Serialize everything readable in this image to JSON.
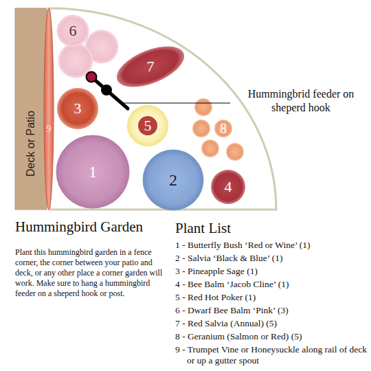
{
  "diagram": {
    "title": "Hummingbird Garden",
    "nodes": [
      {
        "text": [
          "Deck or Patio"
        ]
      },
      {
        "text": [
          "6"
        ]
      },
      {
        "text": [
          "7"
        ]
      },
      {
        "text": [
          "3"
        ]
      },
      {
        "text": [
          "9"
        ]
      },
      {
        "text": [
          "5"
        ]
      },
      {
        "text": [
          "8"
        ]
      },
      {
        "text": [
          "1"
        ]
      },
      {
        "text": [
          "2"
        ]
      },
      {
        "text": [
          "4"
        ]
      }
    ],
    "labels": [
      "Hummingbrid feeder on sheperd hook",
      "Plant this hummingbird garden in a fence corner, the corner between your patio and deck, or any other place a corner garden will work. Make sure to hang a hummingbird feeder on a sheperd hook or post.",
      "Plant List",
      "1 - Butterfly Bush ‘Red or Wine’ (1)",
      "2 - Salvia ‘Black & Blue’ (1)",
      "3 - Pineapple Sage (1)",
      "4 - Bee Balm ‘Jacob Cline’ (1)",
      "5 - Red Hot Poker (1)",
      "6 - Dwarf Bee Balm ‘Pink’ (3)",
      "7 - Red Salvia (Annual) (5)",
      "8 - Geranium (Salmon or Red) (5)",
      "9 - Trumpet Vine or Honeysuckle along rail of deck or up a gutter spout"
    ]
  }
}
